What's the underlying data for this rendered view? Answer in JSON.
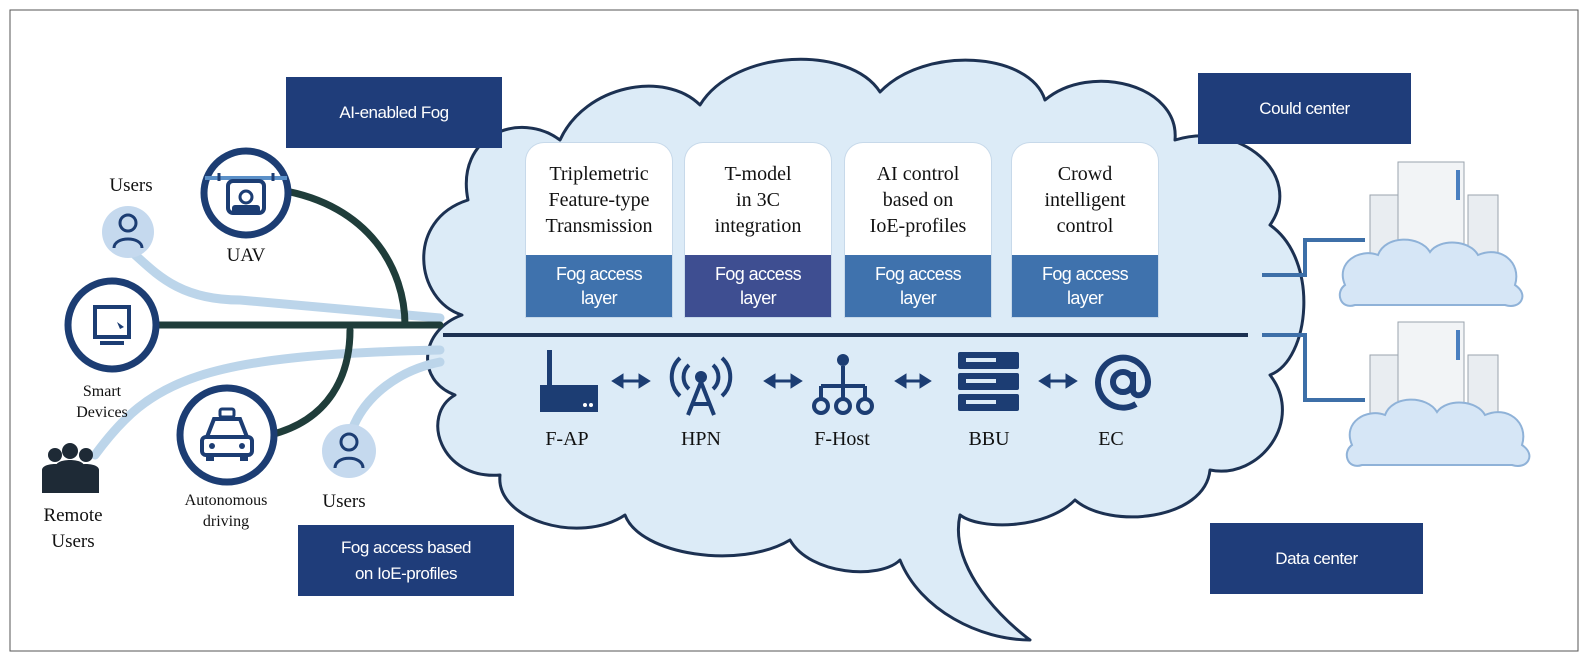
{
  "boxes": {
    "ai_fog": "AI-enabled Fog",
    "cloud_center": "Could center",
    "fog_access_ioe": [
      "Fog access based",
      "on IoE-profiles"
    ],
    "data_center": "Data center"
  },
  "cards": [
    {
      "lines": [
        "Triplemetric",
        "Feature-type",
        "Transmission"
      ],
      "footer": [
        "Fog access",
        "layer"
      ],
      "footer_color": "#3f72ad"
    },
    {
      "lines": [
        "T-model",
        "in 3C",
        "integration"
      ],
      "footer": [
        "Fog access",
        "layer"
      ],
      "footer_color": "#3e4e91"
    },
    {
      "lines": [
        "AI control",
        "based on",
        "IoE-profiles"
      ],
      "footer": [
        "Fog access",
        "layer"
      ],
      "footer_color": "#3f72ad"
    },
    {
      "lines": [
        "Crowd",
        "intelligent",
        "control"
      ],
      "footer": [
        "Fog access",
        "layer"
      ],
      "footer_color": "#3f72ad"
    }
  ],
  "nodes": [
    {
      "label": "F-AP",
      "icon": "router-icon"
    },
    {
      "label": "HPN",
      "icon": "antenna-icon"
    },
    {
      "label": "F-Host",
      "icon": "hierarchy-icon"
    },
    {
      "label": "BBU",
      "icon": "server-rack-icon"
    },
    {
      "label": "EC",
      "icon": "at-sign-icon"
    }
  ],
  "devices": {
    "users_top": "Users",
    "uav": "UAV",
    "smart_devices": [
      "Smart",
      "Devices"
    ],
    "autonomous": [
      "Autonomous",
      "driving"
    ],
    "remote_users": [
      "Remote",
      "Users"
    ],
    "users_bottom": "Users"
  },
  "colors": {
    "navy_box": "#1f3d7a",
    "cloud_fill": "#dcebf7",
    "cloud_stroke": "#1c3152",
    "link_dark": "#1f3d3a",
    "link_light": "#bcd5ea",
    "icon_navy": "#1c3d73"
  }
}
